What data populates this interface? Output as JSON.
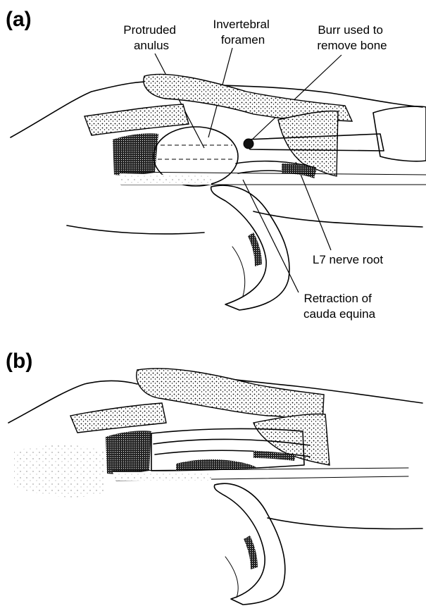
{
  "panels": [
    {
      "label": "(a)",
      "callouts": [
        {
          "lines": [
            "Protruded",
            "anulus"
          ]
        },
        {
          "lines": [
            "Invertebral",
            "foramen"
          ]
        },
        {
          "lines": [
            "Burr used to",
            "remove bone"
          ]
        },
        {
          "lines": [
            "L7 nerve root"
          ]
        },
        {
          "lines": [
            "Retraction of",
            "cauda equina"
          ]
        }
      ]
    },
    {
      "label": "(b)",
      "callouts": []
    }
  ]
}
